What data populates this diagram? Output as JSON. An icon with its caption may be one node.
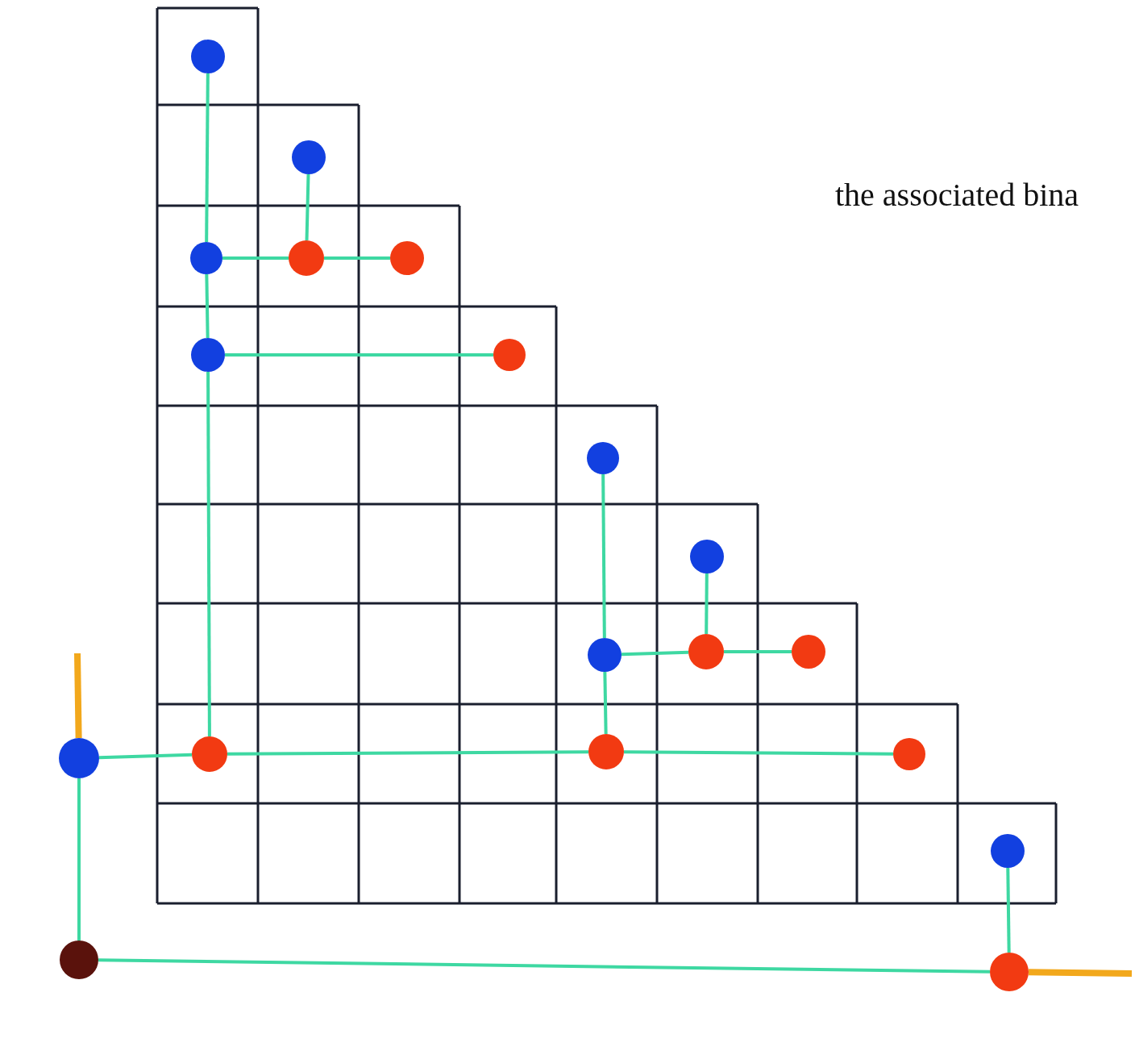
{
  "diagram": {
    "nodes": [
      {
        "text": [],
        "shape": "circle"
      },
      {
        "text": [],
        "shape": "circle"
      },
      {
        "text": [],
        "shape": "circle"
      },
      {
        "text": [],
        "shape": "circle"
      },
      {
        "text": [],
        "shape": "circle"
      },
      {
        "text": [],
        "shape": "circle"
      },
      {
        "text": [],
        "shape": "circle"
      },
      {
        "text": [],
        "shape": "circle"
      },
      {
        "text": [],
        "shape": "circle"
      },
      {
        "text": [],
        "shape": "circle"
      },
      {
        "text": [],
        "shape": "circle"
      },
      {
        "text": [],
        "shape": "circle"
      },
      {
        "text": [],
        "shape": "circle"
      },
      {
        "text": [],
        "shape": "circle"
      },
      {
        "text": [],
        "shape": "circle"
      },
      {
        "text": [],
        "shape": "circle"
      },
      {
        "text": [],
        "shape": "circle"
      },
      {
        "text": [],
        "shape": "circle"
      },
      {
        "text": [],
        "shape": "circle"
      }
    ],
    "edges": [
      {
        "from": 0,
        "to": 2,
        "arrow": "none"
      },
      {
        "from": 1,
        "to": 3,
        "arrow": "none"
      },
      {
        "from": 2,
        "to": 3,
        "arrow": "none"
      },
      {
        "from": 3,
        "to": 4,
        "arrow": "none"
      },
      {
        "from": 2,
        "to": 5,
        "arrow": "none"
      },
      {
        "from": 5,
        "to": 6,
        "arrow": "none"
      },
      {
        "from": 5,
        "to": 13,
        "arrow": "none"
      },
      {
        "from": 7,
        "to": 9,
        "arrow": "none"
      },
      {
        "from": 8,
        "to": 10,
        "arrow": "none"
      },
      {
        "from": 9,
        "to": 10,
        "arrow": "none"
      },
      {
        "from": 10,
        "to": 11,
        "arrow": "none"
      },
      {
        "from": 9,
        "to": 14,
        "arrow": "none"
      },
      {
        "from": 12,
        "to": 13,
        "arrow": "none"
      },
      {
        "from": 13,
        "to": 14,
        "arrow": "none"
      },
      {
        "from": 14,
        "to": 15,
        "arrow": "none"
      },
      {
        "from": 16,
        "to": 18,
        "arrow": "none"
      },
      {
        "from": 12,
        "to": 17,
        "arrow": "none"
      },
      {
        "from": 17,
        "to": 18,
        "arrow": "none"
      },
      {
        "from": 12,
        "to": null,
        "arrow": "none",
        "style": "thick",
        "color": "#f2a81c"
      },
      {
        "from": 18,
        "to": null,
        "arrow": "none",
        "style": "thick",
        "color": "#f2a81c"
      }
    ],
    "labels": [
      "the associated bina"
    ]
  }
}
